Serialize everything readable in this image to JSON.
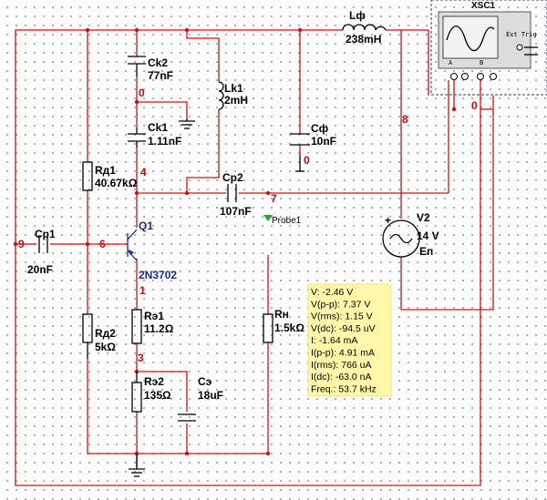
{
  "components": {
    "ck2": {
      "name": "Ck2",
      "value": "77nF"
    },
    "ck1": {
      "name": "Ck1",
      "value": "1.11nF"
    },
    "lk1": {
      "name": "Lk1",
      "value": "2mH"
    },
    "lf": {
      "name": "Lф",
      "value": "238mH"
    },
    "cf": {
      "name": "Cф",
      "value": "10nF"
    },
    "rd1": {
      "name": "Rд1",
      "value": "40.67kΩ"
    },
    "rd2": {
      "name": "Rд2",
      "value": "5kΩ"
    },
    "cp1": {
      "name": "Cp1",
      "value": "20nF"
    },
    "cp2": {
      "name": "Cp2",
      "value": "107nF"
    },
    "q1": {
      "name": "Q1",
      "model": "2N3702"
    },
    "re1": {
      "name": "Rэ1",
      "value": "11.2Ω"
    },
    "re2": {
      "name": "Rэ2",
      "value": "135Ω"
    },
    "ce": {
      "name": "Cэ",
      "value": "18uF"
    },
    "rn": {
      "name": "Rн",
      "value": "1.5kΩ"
    },
    "v2": {
      "name": "V2",
      "value": "14 V",
      "label": "Eп"
    }
  },
  "nodes": {
    "n0a": "0",
    "n0b": "0",
    "n0c": "0",
    "n1": "1",
    "n3": "3",
    "n4": "4",
    "n6": "6",
    "n7": "7",
    "n8": "8",
    "n9": "9"
  },
  "scope": {
    "name": "XSC1",
    "ext_trig": "Ext Trig",
    "ch_a": "A",
    "ch_b": "B",
    "plus": "+",
    "minus": "_"
  },
  "probe": {
    "name": "Probe1",
    "readings": [
      "V: -2.46 V",
      "V(p-p): 7.37 V",
      "V(rms): 1.15 V",
      "V(dc): -94.5 uV",
      "I: -1.64 mA",
      "I(p-p): 4.91 mA",
      "I(rms): 766 uA",
      "I(dc): -63.0 nA",
      "Freq.: 53.7 kHz"
    ]
  },
  "colors": {
    "wire": "#d01010",
    "component": "#000000",
    "transistor": "#1a2a9a",
    "probe_box": "#fff8a8",
    "probe_arrow": "#22a822"
  }
}
